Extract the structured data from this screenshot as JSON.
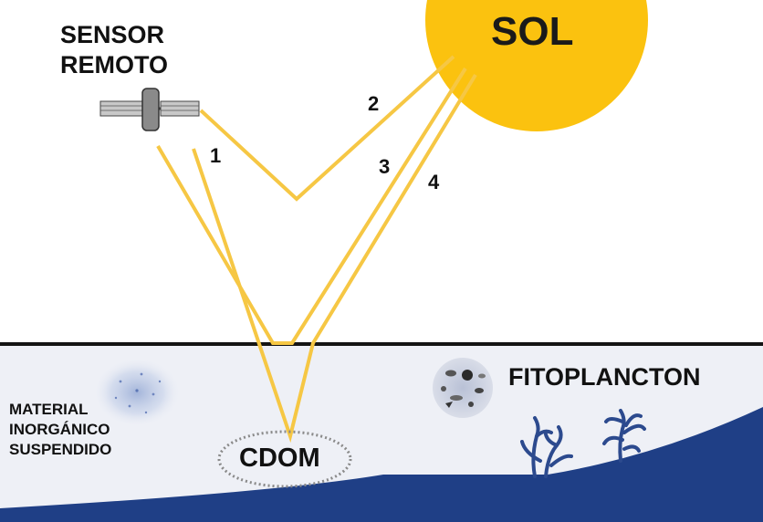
{
  "labels": {
    "sun": "SOL",
    "sensor_line1": "SENSOR",
    "sensor_line2": "REMOTO",
    "path_1": "1",
    "path_2": "2",
    "path_3": "3",
    "path_4": "4",
    "phytoplankton": "FITOPLANCTON",
    "cdom": "CDOM",
    "material_line1": "MATERIAL",
    "material_line2": "INORGÁNICO",
    "material_line3": "SUSPENDIDO"
  },
  "colors": {
    "sun": "#fbc20f",
    "light_ray": "#f6c744",
    "water": "#eef0f6",
    "seafloor": "#1f3f86",
    "surface_line": "#141414",
    "plankton": "#2c4a8e"
  },
  "icons": {
    "sensor": "satellite-icon",
    "sun": "sun-icon",
    "plankton": "plankton-cluster-icon",
    "seaweed": "seaweed-icon",
    "sediment": "particle-cloud-icon"
  }
}
